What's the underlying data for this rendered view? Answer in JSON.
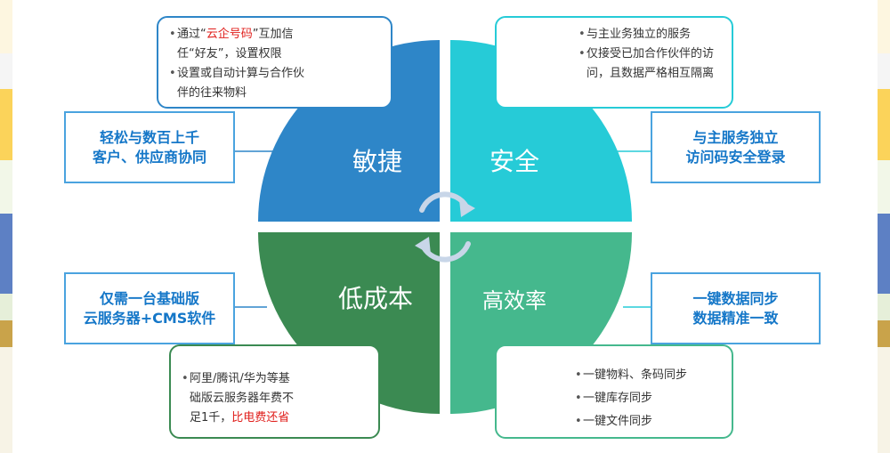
{
  "colors": {
    "agile": "#2e86c8",
    "security": "#26cbd7",
    "lowcost": "#3b8a52",
    "efficiency": "#45b88d",
    "box_border": "#4aa3df",
    "box_text": "#1577c8",
    "highlight": "#e0201d"
  },
  "quadrants": {
    "agile": "敏捷",
    "security": "安全",
    "lowcost": "低成本",
    "efficiency": "高效率"
  },
  "headlines": {
    "agile": [
      "轻松与数百上千",
      "客户、供应商协同"
    ],
    "security": [
      "与主服务独立",
      "访问码安全登录"
    ],
    "lowcost": [
      "仅需一台基础版",
      "云服务器+CMS软件"
    ],
    "efficiency": [
      "一键数据同步",
      "数据精准一致"
    ]
  },
  "notes": {
    "agile": {
      "item1_before": "通过“",
      "item1_highlight": "云企号码",
      "item1_after": "”互加信",
      "item1_line2": "任“好友”，设置权限",
      "item2_line1": "设置或自动计算与合作伙",
      "item2_line2": "伴的往来物料"
    },
    "security": {
      "item1": "与主业务独立的服务",
      "item2_line1": "仅接受已加合作伙伴的访",
      "item2_line2": "问，且数据严格相互隔离"
    },
    "lowcost": {
      "line1": "阿里/腾讯/华为等基",
      "line2": "础版云服务器年费不",
      "line3_before": "足1千，",
      "line3_highlight": "比电费还省"
    },
    "efficiency": {
      "item1": "一键物料、条码同步",
      "item2": "一键库存同步",
      "item3": "一键文件同步"
    }
  }
}
